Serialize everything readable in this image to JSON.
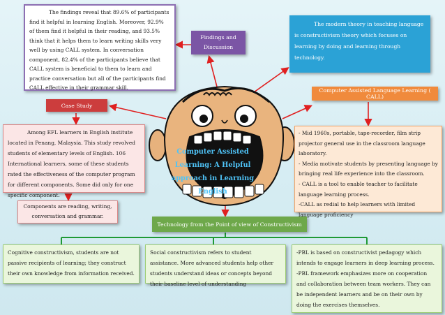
{
  "findings": {
    "label": "Findings and Discussion",
    "text": "The findings reveal that 89.6% of participants find it helpful in learning English. Moreover, 92.9% of them find it helpful in their reading, and 93.5% think that it helps them to learn writing skills very well by using CALL system. In conversation component, 82.4% of the participants believe that CALL system is beneficial to them to learn and practice conversation but all of the participants find CALL effective in their grammar skill."
  },
  "modern_theory": {
    "text": "The modern theory in teaching language is constructivism theory which focuses on learning by doing and learning through technology."
  },
  "case_study": {
    "label": "Case Study",
    "text": "Among EFL learners in English institute located in Penang, Malaysia. This study revolved students of elementary levels of English. 106 International learners, some of these students rated the effectiveness of the computer program for different components. Some did only for one specific component.",
    "components": "Components are reading, writing, conversation and grammar."
  },
  "center": {
    "title": "Computer Assisted Learning: A Helpful approach in Learning English"
  },
  "call": {
    "label": "Computer Assisted Language Learning ( CALL)",
    "points": [
      "- Mid 1960s, portable, tape-recorder, film strip projector general use in the classroom language laboratory.",
      "- Media motivate students by presenting language by bringing real life experience into the classroom.",
      "- CALL is a tool to enable teacher to facilitate language learning process.",
      "-CALL as redial to help learners with limited language proficiency"
    ]
  },
  "constructivism": {
    "label": "Technology from the Point of view of Constructivism",
    "cognitive": "Cognitive constructivism, students are not passive recipients of learning; they construct their own knowledge from information received.",
    "social": "Social constructivism refers to student assistance. More advanced students help other students understand ideas or concepts beyond their baseline level of understanding",
    "pbl": [
      "-PBL is based on constructivist pedagogy which intends to engage learners in deep learning process.",
      "-PBL framework emphasizes more on cooperation and collaboration between team workers. They can be independent learners and be on their own by doing the exercises themselves."
    ]
  },
  "colors": {
    "red_arrow": "#e02020",
    "green_line": "#1f9a35",
    "purple_label": "#7b55a5",
    "case_label": "#cc3d3d",
    "orange_label": "#f08a3c",
    "green_label": "#6ea84a"
  }
}
